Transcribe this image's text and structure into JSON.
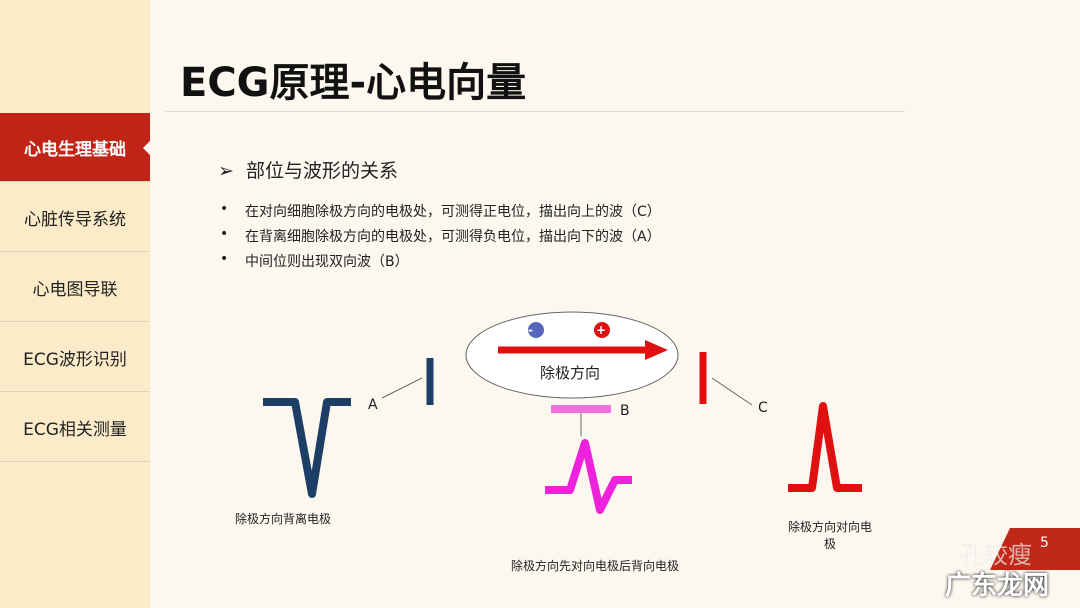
{
  "sidebar": {
    "items": [
      {
        "label": "心电生理基础"
      },
      {
        "label": "心脏传导系统"
      },
      {
        "label": "心电图导联"
      },
      {
        "label": "ECG波形识别"
      },
      {
        "label": "ECG相关测量"
      }
    ]
  },
  "title": "ECG原理-心电向量",
  "subtitle": "部位与波形的关系",
  "bullets": [
    "在对向细胞除极方向的电极处，可测得正电位，描出向上的波（C）",
    "在背离细胞除极方向的电极处，可测得负电位，描出向下的波（A）",
    "中间位则出现双向波（B）"
  ],
  "diagram": {
    "direction": "除极方向",
    "minus": "-",
    "plus": "+",
    "a": "A",
    "b": "B",
    "c": "C",
    "a_caption": "除极方向背离电极",
    "b_caption": "除极方向先对向电极后背向电极",
    "c_caption": "除极方向对向电极"
  },
  "page_number": "5",
  "watermark1": "孔较瘦",
  "watermark2": "广东龙网"
}
